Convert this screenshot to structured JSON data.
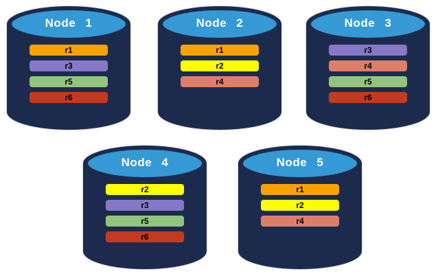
{
  "colors": {
    "page_background": "#FFFFFF",
    "cylinder_body": "#1C2B4D",
    "cylinder_top": "#3599D6",
    "title_text": "#FFFFFF",
    "bar_text": "#000000",
    "r1": "#F8A201",
    "r2": "#FFFF00",
    "r3": "#8678C6",
    "r4": "#DD7E6B",
    "r5": "#93C47D",
    "r6": "#C43A21"
  },
  "nodes": [
    {
      "title": "Node 1",
      "bars": [
        {
          "label": "r1",
          "color": "#F8A201"
        },
        {
          "label": "r3",
          "color": "#8678C6"
        },
        {
          "label": "r5",
          "color": "#93C47D"
        },
        {
          "label": "r6",
          "color": "#C43A21"
        }
      ]
    },
    {
      "title": "Node 2",
      "bars": [
        {
          "label": "r1",
          "color": "#F8A201"
        },
        {
          "label": "r2",
          "color": "#FFFF00"
        },
        {
          "label": "r4",
          "color": "#DD7E6B"
        }
      ]
    },
    {
      "title": "Node 3",
      "bars": [
        {
          "label": "r3",
          "color": "#8678C6"
        },
        {
          "label": "r4",
          "color": "#DD7E6B"
        },
        {
          "label": "r5",
          "color": "#93C47D"
        },
        {
          "label": "r6",
          "color": "#C43A21"
        }
      ]
    },
    {
      "title": "Node 4",
      "bars": [
        {
          "label": "r2",
          "color": "#FFFF00"
        },
        {
          "label": "r3",
          "color": "#8678C6"
        },
        {
          "label": "r5",
          "color": "#93C47D"
        },
        {
          "label": "r6",
          "color": "#C43A21"
        }
      ]
    },
    {
      "title": "Node 5",
      "bars": [
        {
          "label": "r1",
          "color": "#F8A201"
        },
        {
          "label": "r2",
          "color": "#FFFF00"
        },
        {
          "label": "r4",
          "color": "#DD7E6B"
        }
      ]
    }
  ]
}
